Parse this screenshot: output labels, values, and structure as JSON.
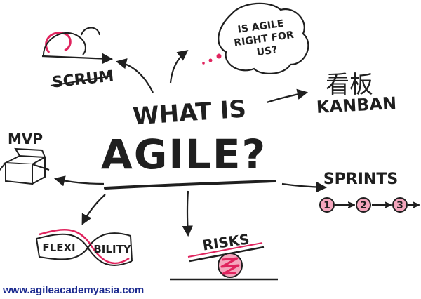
{
  "diagram": {
    "title_line1": "WHAT IS",
    "title_line2": "AGILE?",
    "nodes": {
      "scrum": "SCRUM",
      "question": [
        "IS AGILE",
        "RIGHT FOR",
        "US?"
      ],
      "kanban_kanji": "看板",
      "kanban": "KANBAN",
      "mvp": "MVP",
      "sprints": "SPRINTS",
      "sprint_steps": [
        "1",
        "2",
        "3"
      ],
      "flexi": "FLEXI",
      "bility": "BILITY",
      "risks": "RISKS"
    },
    "website": "www.agileacademyasia.com"
  },
  "colors": {
    "ink": "#1f1f1f",
    "accent": "#e0245e",
    "accent_light": "#f4a6bd",
    "url_blue": "#1b2a8f"
  }
}
